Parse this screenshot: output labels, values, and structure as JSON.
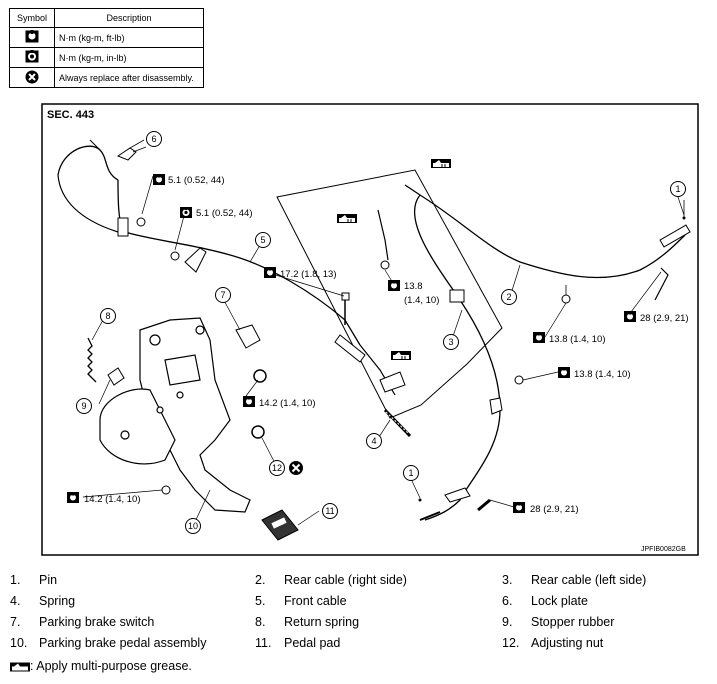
{
  "legend": {
    "headers": {
      "symbol": "Symbol",
      "description": "Description"
    },
    "rows": [
      {
        "icon": "torque-wrench-ftlb-icon",
        "text": "N·m (kg-m, ft-lb)"
      },
      {
        "icon": "torque-wrench-inlb-icon",
        "text": "N·m (kg-m, in-lb)"
      },
      {
        "icon": "replace-x-icon",
        "text": "Always replace after disassembly."
      }
    ]
  },
  "diagram": {
    "section": "SEC. 443",
    "code": "JPFIB0082GB",
    "torques": {
      "t51a": "5.1 (0.52, 44)",
      "t51b": "5.1 (0.52, 44)",
      "t172": "17.2 (1.8, 13)",
      "t138a": "13.8",
      "t138a2": "(1.4, 10)",
      "t138b": "13.8 (1.4, 10)",
      "t138c": "13.8 (1.4, 10)",
      "t28a": "28 (2.9, 21)",
      "t28b": "28 (2.9, 21)",
      "t142a": "14.2 (1.4, 10)",
      "t142b": "14.2 (1.4, 10)"
    },
    "callouts": [
      "1",
      "2",
      "3",
      "4",
      "5",
      "6",
      "7",
      "8",
      "9",
      "10",
      "11",
      "12",
      "1"
    ]
  },
  "parts": [
    {
      "num": "1.",
      "name": "Pin"
    },
    {
      "num": "2.",
      "name": "Rear cable (right side)"
    },
    {
      "num": "3.",
      "name": "Rear cable (left side)"
    },
    {
      "num": "4.",
      "name": "Spring"
    },
    {
      "num": "5.",
      "name": "Front cable"
    },
    {
      "num": "6.",
      "name": "Lock plate"
    },
    {
      "num": "7.",
      "name": "Parking brake switch"
    },
    {
      "num": "8.",
      "name": "Return spring"
    },
    {
      "num": "9.",
      "name": "Stopper rubber"
    },
    {
      "num": "10.",
      "name": "Parking brake pedal assembly"
    },
    {
      "num": "11.",
      "name": "Pedal pad"
    },
    {
      "num": "12.",
      "name": "Adjusting nut"
    }
  ],
  "grease_note": ": Apply multi-purpose grease."
}
